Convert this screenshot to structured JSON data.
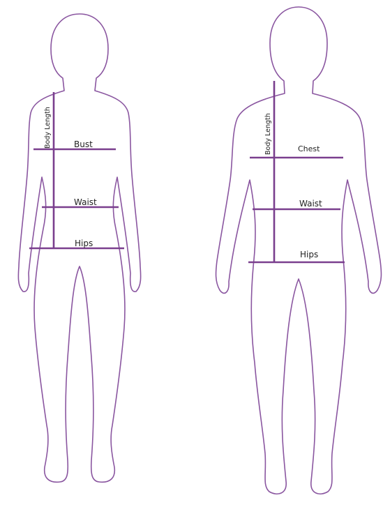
{
  "colors": {
    "outline": "#8a56a0",
    "measurement_line": "#7a3f8e",
    "label_text": "#222222",
    "background": "#ffffff"
  },
  "female": {
    "body_length_label": "Body Length",
    "bust_label": "Bust",
    "waist_label": "Waist",
    "hips_label": "Hips"
  },
  "male": {
    "body_length_label": "Body Length",
    "chest_label": "Chest",
    "waist_label": "Waist",
    "hips_label": "Hips"
  }
}
